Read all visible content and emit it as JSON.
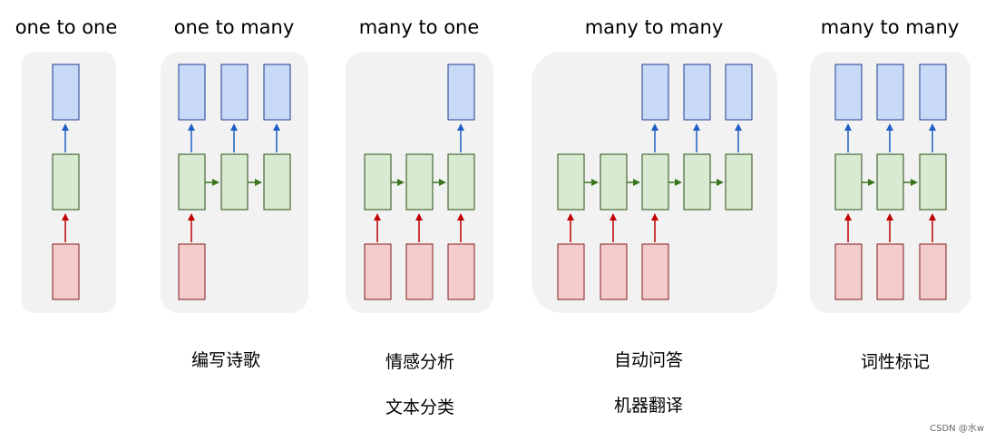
{
  "panels": [
    {
      "title": "one to one",
      "captions": []
    },
    {
      "title": "one to many",
      "captions": [
        "编写诗歌"
      ]
    },
    {
      "title": "many to one",
      "captions": [
        "情感分析",
        "文本分类"
      ]
    },
    {
      "title": "many to many",
      "captions": [
        "自动问答",
        "机器翻译"
      ]
    },
    {
      "title": "many to many",
      "captions": [
        "词性标记"
      ]
    }
  ],
  "colors": {
    "panel_bg": "#f2f2f2",
    "output_fill": "#c9daf8",
    "output_stroke": "#1c3e8c",
    "output_arrow": "#1f5ec4",
    "hidden_fill": "#d9ead3",
    "hidden_stroke": "#274e13",
    "hidden_arrow": "#38761d",
    "input_fill": "#f4cccc",
    "input_stroke": "#7f1d1d",
    "input_arrow": "#c00000"
  },
  "watermark": "CSDN @水w"
}
